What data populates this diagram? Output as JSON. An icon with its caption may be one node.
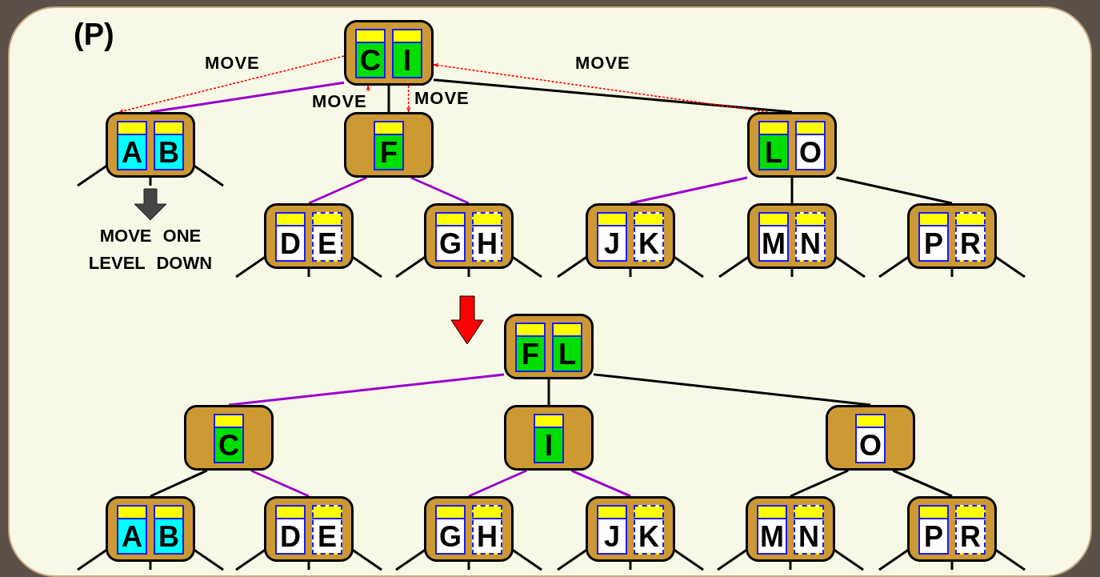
{
  "diagram": {
    "nodes": [
      {
        "text": [],
        "shape": "box"
      },
      {
        "text": [
          "C"
        ],
        "in": 0
      },
      {
        "text": [
          "I"
        ],
        "in": 0
      },
      {
        "text": [],
        "shape": "box"
      },
      {
        "text": [
          "A"
        ],
        "in": 3
      },
      {
        "text": [
          "B"
        ],
        "in": 3
      },
      {
        "text": [],
        "shape": "box"
      },
      {
        "text": [
          "F"
        ],
        "in": 6
      },
      {
        "text": [],
        "shape": "box"
      },
      {
        "text": [
          "L"
        ],
        "in": 8
      },
      {
        "text": [
          "O"
        ],
        "in": 8
      },
      {
        "text": [],
        "shape": "box"
      },
      {
        "text": [
          "D"
        ],
        "in": 11
      },
      {
        "text": [
          "E"
        ],
        "in": 11
      },
      {
        "text": [],
        "shape": "box"
      },
      {
        "text": [
          "G"
        ],
        "in": 14
      },
      {
        "text": [
          "H"
        ],
        "in": 14
      },
      {
        "text": [],
        "shape": "box"
      },
      {
        "text": [
          "J"
        ],
        "in": 17
      },
      {
        "text": [
          "K"
        ],
        "in": 17
      },
      {
        "text": [],
        "shape": "box"
      },
      {
        "text": [
          "M"
        ],
        "in": 20
      },
      {
        "text": [
          "N"
        ],
        "in": 20
      },
      {
        "text": [],
        "shape": "box"
      },
      {
        "text": [
          "P"
        ],
        "in": 23
      },
      {
        "text": [
          "R"
        ],
        "in": 23
      },
      {
        "text": [],
        "shape": "box"
      },
      {
        "text": [
          "F"
        ],
        "in": 26
      },
      {
        "text": [
          "L"
        ],
        "in": 26
      },
      {
        "text": [],
        "shape": "box"
      },
      {
        "text": [
          "C"
        ],
        "in": 29
      },
      {
        "text": [],
        "shape": "box"
      },
      {
        "text": [
          "I"
        ],
        "in": 31
      },
      {
        "text": [],
        "shape": "box"
      },
      {
        "text": [
          "O"
        ],
        "in": 33
      },
      {
        "text": [],
        "shape": "box"
      },
      {
        "text": [
          "A"
        ],
        "in": 35
      },
      {
        "text": [
          "B"
        ],
        "in": 35
      },
      {
        "text": [],
        "shape": "box"
      },
      {
        "text": [
          "D"
        ],
        "in": 38
      },
      {
        "text": [
          "E"
        ],
        "in": 38
      },
      {
        "text": [],
        "shape": "box"
      },
      {
        "text": [
          "G"
        ],
        "in": 41
      },
      {
        "text": [
          "H"
        ],
        "in": 41
      },
      {
        "text": [],
        "shape": "box"
      },
      {
        "text": [
          "J"
        ],
        "in": 44
      },
      {
        "text": [
          "K"
        ],
        "in": 44
      },
      {
        "text": [],
        "shape": "box"
      },
      {
        "text": [
          "M"
        ],
        "in": 47
      },
      {
        "text": [
          "N"
        ],
        "in": 47
      },
      {
        "text": [],
        "shape": "box"
      },
      {
        "text": [
          "P"
        ],
        "in": 50
      },
      {
        "text": [
          "R"
        ],
        "in": 50
      }
    ],
    "edges": [
      {
        "from": 0,
        "to": 3,
        "arrow": "none",
        "color": "#9900cc"
      },
      {
        "from": 0,
        "to": 6,
        "arrow": "none"
      },
      {
        "from": 0,
        "to": 8,
        "arrow": "none"
      },
      {
        "from": 6,
        "to": 11,
        "arrow": "none",
        "color": "#9900cc"
      },
      {
        "from": 6,
        "to": 14,
        "arrow": "none",
        "color": "#9900cc"
      },
      {
        "from": 8,
        "to": 17,
        "arrow": "none",
        "color": "#9900cc"
      },
      {
        "from": 8,
        "to": 20,
        "arrow": "none"
      },
      {
        "from": 8,
        "to": 23,
        "arrow": "none"
      },
      {
        "from": 0,
        "to": 3,
        "arrow": "to",
        "label": "MOVE",
        "style": "dashed",
        "color": "#ff0000"
      },
      {
        "from": 6,
        "to": 0,
        "arrow": "to",
        "label": "MOVE",
        "style": "dashed",
        "color": "#ff0000"
      },
      {
        "from": 0,
        "to": 6,
        "arrow": "to",
        "label": "MOVE",
        "style": "dashed",
        "color": "#ff0000"
      },
      {
        "from": 8,
        "to": 0,
        "arrow": "to",
        "label": "MOVE",
        "style": "dashed",
        "color": "#ff0000"
      },
      {
        "from": 26,
        "to": 29,
        "arrow": "none",
        "color": "#9900cc"
      },
      {
        "from": 26,
        "to": 31,
        "arrow": "none"
      },
      {
        "from": 26,
        "to": 33,
        "arrow": "none"
      },
      {
        "from": 29,
        "to": 35,
        "arrow": "none"
      },
      {
        "from": 29,
        "to": 38,
        "arrow": "none",
        "color": "#9900cc"
      },
      {
        "from": 31,
        "to": 41,
        "arrow": "none",
        "color": "#9900cc"
      },
      {
        "from": 31,
        "to": 44,
        "arrow": "none",
        "color": "#9900cc"
      },
      {
        "from": 33,
        "to": 47,
        "arrow": "none"
      },
      {
        "from": 33,
        "to": 50,
        "arrow": "none"
      },
      {
        "from": 3,
        "to": null,
        "arrow": "none"
      },
      {
        "from": 3,
        "to": null,
        "arrow": "none"
      },
      {
        "from": 3,
        "to": null,
        "arrow": "none"
      },
      {
        "from": 11,
        "to": null,
        "arrow": "none"
      },
      {
        "from": 11,
        "to": null,
        "arrow": "none"
      },
      {
        "from": 11,
        "to": null,
        "arrow": "none"
      },
      {
        "from": 14,
        "to": null,
        "arrow": "none"
      },
      {
        "from": 14,
        "to": null,
        "arrow": "none"
      },
      {
        "from": 14,
        "to": null,
        "arrow": "none"
      },
      {
        "from": 17,
        "to": null,
        "arrow": "none"
      },
      {
        "from": 17,
        "to": null,
        "arrow": "none"
      },
      {
        "from": 17,
        "to": null,
        "arrow": "none"
      },
      {
        "from": 20,
        "to": null,
        "arrow": "none"
      },
      {
        "from": 20,
        "to": null,
        "arrow": "none"
      },
      {
        "from": 20,
        "to": null,
        "arrow": "none"
      },
      {
        "from": 23,
        "to": null,
        "arrow": "none"
      },
      {
        "from": 23,
        "to": null,
        "arrow": "none"
      },
      {
        "from": 23,
        "to": null,
        "arrow": "none"
      },
      {
        "from": 35,
        "to": null,
        "arrow": "none"
      },
      {
        "from": 35,
        "to": null,
        "arrow": "none"
      },
      {
        "from": 35,
        "to": null,
        "arrow": "none"
      },
      {
        "from": 38,
        "to": null,
        "arrow": "none"
      },
      {
        "from": 38,
        "to": null,
        "arrow": "none"
      },
      {
        "from": 38,
        "to": null,
        "arrow": "none"
      },
      {
        "from": 41,
        "to": null,
        "arrow": "none"
      },
      {
        "from": 41,
        "to": null,
        "arrow": "none"
      },
      {
        "from": 41,
        "to": null,
        "arrow": "none"
      },
      {
        "from": 44,
        "to": null,
        "arrow": "none"
      },
      {
        "from": 44,
        "to": null,
        "arrow": "none"
      },
      {
        "from": 44,
        "to": null,
        "arrow": "none"
      },
      {
        "from": 47,
        "to": null,
        "arrow": "none"
      },
      {
        "from": 47,
        "to": null,
        "arrow": "none"
      },
      {
        "from": 47,
        "to": null,
        "arrow": "none"
      },
      {
        "from": 50,
        "to": null,
        "arrow": "none"
      },
      {
        "from": 50,
        "to": null,
        "arrow": "none"
      },
      {
        "from": 50,
        "to": null,
        "arrow": "none"
      }
    ],
    "labels": [
      "(P)",
      "MOVE ONE LEVEL DOWN"
    ]
  }
}
